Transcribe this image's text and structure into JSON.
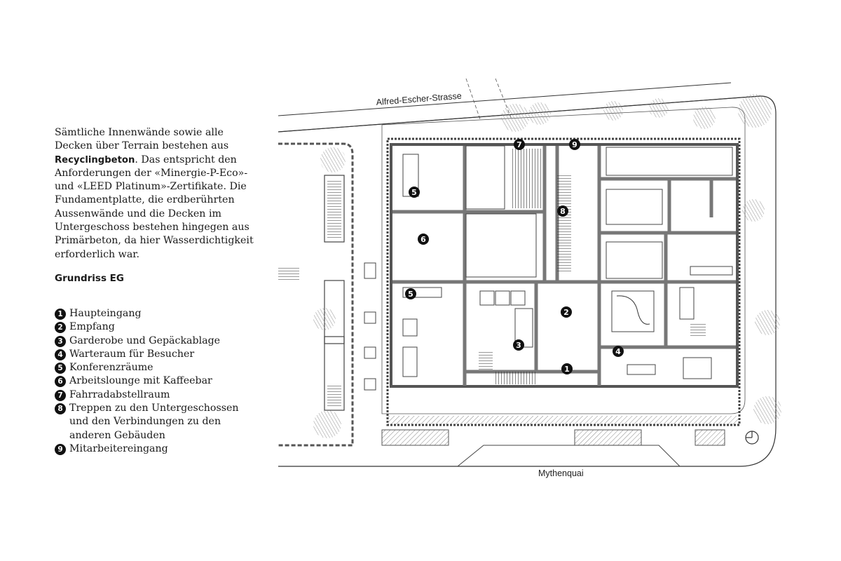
{
  "intro": {
    "before": "Sämtliche Innenwände sowie alle Decken über Terrain bestehen aus ",
    "bold": "Recyclingbeton",
    "after": ". Das entspricht den Anforderungen der «Minergie-P-Eco»- und «LEED Platinum»-Zertifikate. Die Fundamentplatte, die erdberührten Aussenwände und die Decken im Untergeschoss bestehen hingegen aus Primärbeton, da hier Wasserdichtigkeit erforderlich war."
  },
  "heading": "Grundriss EG",
  "legend": [
    {
      "num": "1",
      "label": "Haupteingang"
    },
    {
      "num": "2",
      "label": "Empfang"
    },
    {
      "num": "3",
      "label": "Garderobe und Gepäckablage"
    },
    {
      "num": "4",
      "label": "Warteraum für Besucher"
    },
    {
      "num": "5",
      "label": "Konferenzräume"
    },
    {
      "num": "6",
      "label": "Arbeitslounge mit Kaffeebar"
    },
    {
      "num": "7",
      "label": "Fahrradabstellraum"
    },
    {
      "num": "8",
      "label": "Treppen zu den Untergeschossen und den Verbindungen zu den anderen Gebäuden"
    },
    {
      "num": "9",
      "label": "Mitarbeitereingang"
    }
  ],
  "plan": {
    "street_top": "Alfred-Escher-Strasse",
    "street_bottom": "Mythenquai",
    "markers": [
      "1",
      "2",
      "3",
      "4",
      "5",
      "5",
      "6",
      "7",
      "8",
      "9"
    ]
  }
}
